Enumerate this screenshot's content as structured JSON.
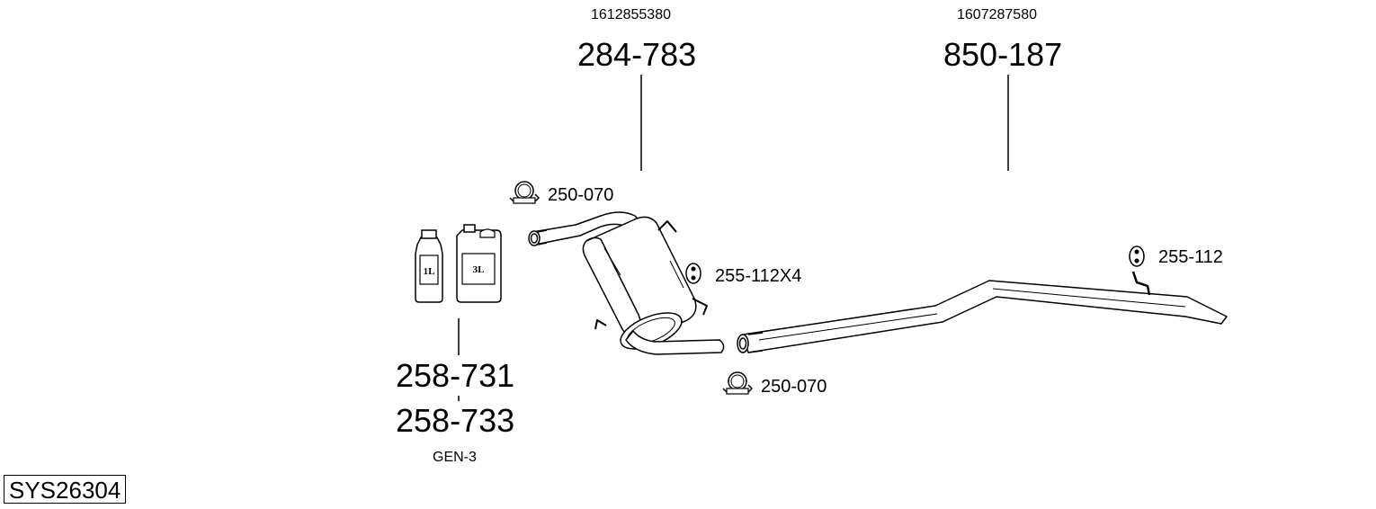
{
  "parts": {
    "front_muffler": {
      "oem": "1612855380",
      "part_no": "284-783"
    },
    "rear_pipe": {
      "oem": "1607287580",
      "part_no": "850-187"
    },
    "clamp_front": {
      "part_no": "250-070"
    },
    "clamp_rear": {
      "part_no": "250-070"
    },
    "hanger_set": {
      "part_no": "255-112X4"
    },
    "hanger_single": {
      "part_no": "255-112"
    },
    "sealant_1": {
      "part_no": "258-731",
      "can_label": "1L"
    },
    "sealant_2": {
      "part_no": "258-733",
      "can_label": "3L"
    },
    "sealant_series": "GEN-3"
  },
  "system_id": "SYS26304"
}
